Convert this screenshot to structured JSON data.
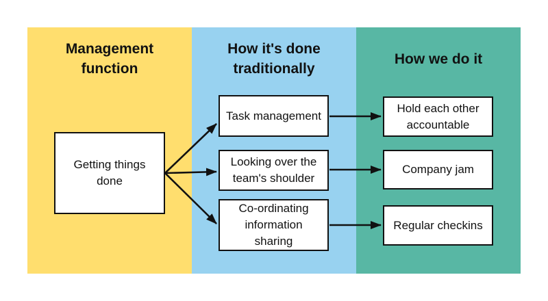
{
  "diagram": {
    "background": "#ffffff",
    "text_color": "#111111",
    "box_background": "#ffffff",
    "box_border_color": "#111111",
    "arrow_color": "#111111"
  },
  "columns": [
    {
      "id": "management-function",
      "title": "Management function",
      "color": "#FFDE6E"
    },
    {
      "id": "how-its-done-traditionally",
      "title": "How it's done traditionally",
      "color": "#98D2F0"
    },
    {
      "id": "how-we-do-it",
      "title": "How we do it",
      "color": "#58B7A4"
    }
  ],
  "nodes": [
    {
      "id": "getting-things-done",
      "label": "Getting things done",
      "column": "management-function"
    },
    {
      "id": "task-management",
      "label": "Task management",
      "column": "how-its-done-traditionally"
    },
    {
      "id": "looking-over-the-teams-shoulder",
      "label": "Looking over the team's shoulder",
      "column": "how-its-done-traditionally"
    },
    {
      "id": "co-ordinating-information-sharing",
      "label": "Co-ordinating information sharing",
      "column": "how-its-done-traditionally"
    },
    {
      "id": "hold-each-other-accountable",
      "label": "Hold each other accountable",
      "column": "how-we-do-it"
    },
    {
      "id": "company-jam",
      "label": "Company jam",
      "column": "how-we-do-it"
    },
    {
      "id": "regular-checkins",
      "label": "Regular checkins",
      "column": "how-we-do-it"
    }
  ],
  "connections": [
    {
      "from": "getting-things-done",
      "to": "task-management"
    },
    {
      "from": "getting-things-done",
      "to": "looking-over-the-teams-shoulder"
    },
    {
      "from": "getting-things-done",
      "to": "co-ordinating-information-sharing"
    },
    {
      "from": "task-management",
      "to": "hold-each-other-accountable"
    },
    {
      "from": "looking-over-the-teams-shoulder",
      "to": "company-jam"
    },
    {
      "from": "co-ordinating-information-sharing",
      "to": "regular-checkins"
    }
  ]
}
